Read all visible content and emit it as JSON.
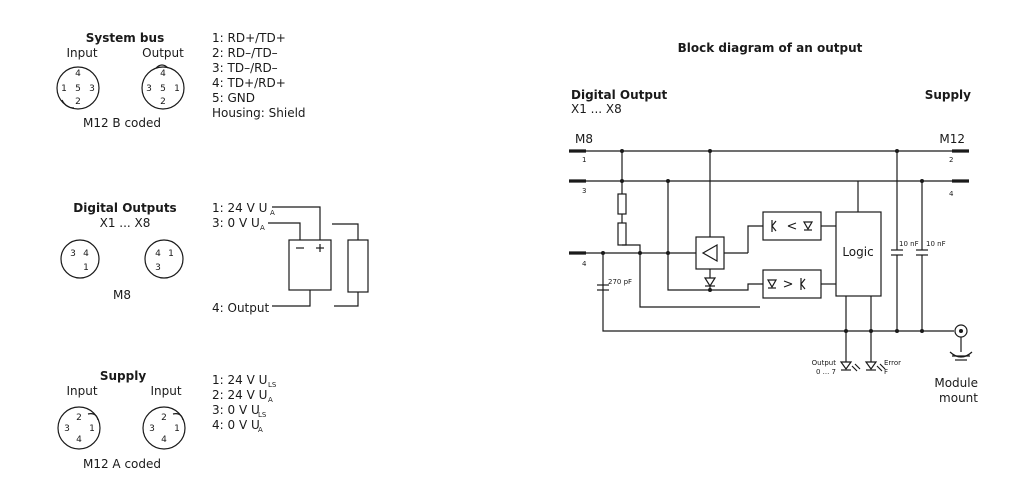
{
  "left": {
    "system_bus": {
      "title": "System bus",
      "input_label": "Input",
      "output_label": "Output",
      "coding": "M12 B coded",
      "pins": [
        "1: RD+/TD+",
        "2: RD–/TD–",
        "3: TD–/RD–",
        "4: TD+/RD+",
        "5: GND",
        "Housing: Shield"
      ]
    },
    "digital_outputs": {
      "title": "Digital Outputs",
      "subtitle": "X1 ... X8",
      "coding": "M8",
      "pin1": "1: 24 V U",
      "pin1_sub": "A",
      "pin3": "3: 0 V U",
      "pin3_sub": "A",
      "pin4": "4: Output"
    },
    "supply": {
      "title": "Supply",
      "input_label": "Input",
      "input2_label": "Input",
      "coding": "M12 A coded",
      "pins": [
        {
          "main": "1: 24 V U",
          "sub": "LS"
        },
        {
          "main": "2: 24 V U",
          "sub": "A"
        },
        {
          "main": "3: 0 V U",
          "sub": "LS"
        },
        {
          "main": "4: 0 V U",
          "sub": "A"
        }
      ]
    },
    "connector_pins": {
      "p1": "1",
      "p2": "2",
      "p3": "3",
      "p4": "4",
      "p5": "5"
    }
  },
  "block_diagram": {
    "title": "Block diagram of an output",
    "left_title": "Digital Output",
    "left_subtitle": "X1 ... X8",
    "right_title": "Supply",
    "m8": "M8",
    "m12": "M12",
    "pin_left_1": "1",
    "pin_left_3": "3",
    "pin_left_4": "4",
    "pin_right_2": "2",
    "pin_right_4": "4",
    "cap_270": "270 pF",
    "cap_10a": "10 nF",
    "cap_10b": "10 nF",
    "logic": "Logic",
    "led_output_label": "Output",
    "led_output_range": "0 ... 7",
    "led_error_label": "Error",
    "led_error_code": "F",
    "module_mount_1": "Module",
    "module_mount_2": "mount"
  }
}
